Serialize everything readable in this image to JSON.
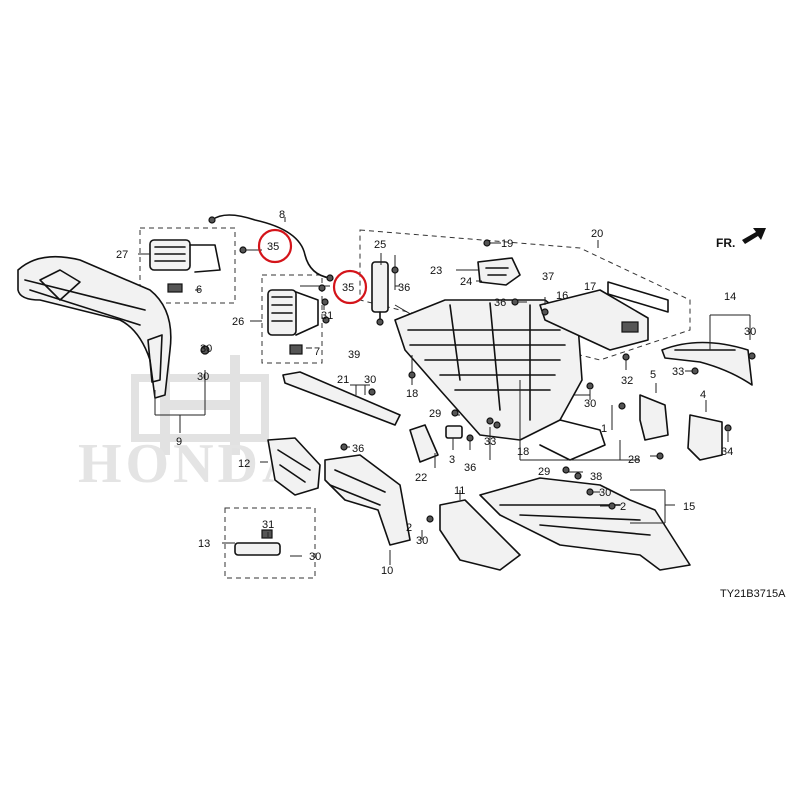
{
  "labels": {
    "l1": "1",
    "l2a": "2",
    "l2b": "2",
    "l3": "3",
    "l4": "4",
    "l5": "5",
    "l6": "6",
    "l7": "7",
    "l8": "8",
    "l9": "9",
    "l10": "10",
    "l11": "11",
    "l12": "12",
    "l13": "13",
    "l14": "14",
    "l15": "15",
    "l16": "16",
    "l17": "17",
    "l18a": "18",
    "l18b": "18",
    "l19": "19",
    "l20": "20",
    "l21": "21",
    "l22": "22",
    "l23": "23",
    "l24": "24",
    "l25": "25",
    "l26": "26",
    "l27": "27",
    "l28": "28",
    "l29a": "29",
    "l29b": "29",
    "l30a": "30",
    "l30b": "30",
    "l30c": "30",
    "l30d": "30",
    "l30e": "30",
    "l30f": "30",
    "l30g": "30",
    "l30h": "30",
    "l31a": "31",
    "l31b": "31",
    "l32": "32",
    "l33a": "33",
    "l33b": "33",
    "l34": "34",
    "l35a": "35",
    "l35b": "35",
    "l36a": "36",
    "l36b": "36",
    "l36c": "36",
    "l36d": "36",
    "l37": "37",
    "l38": "38",
    "l39": "39"
  },
  "direction_marker": "FR.",
  "diagram_code": "TY21B3715A",
  "highlight_color": "#d4141a"
}
